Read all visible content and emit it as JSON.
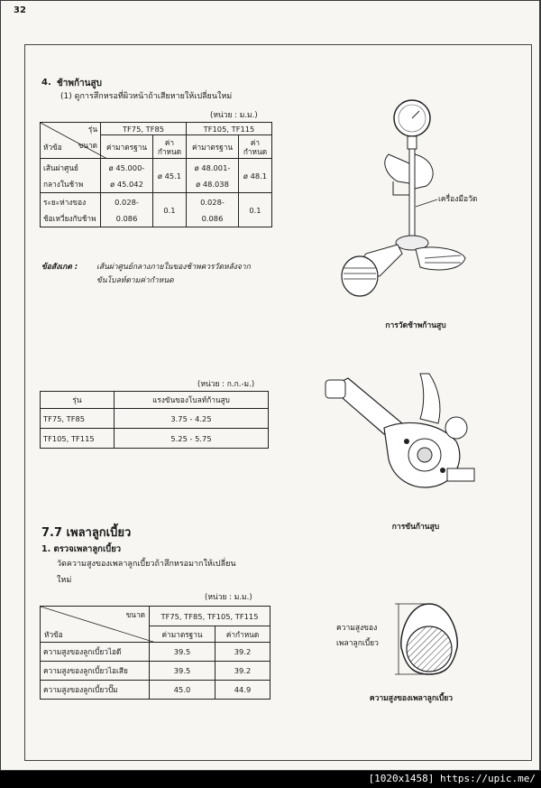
{
  "page_number": "32",
  "section4": {
    "heading": "4.",
    "heading_text": "ช้าพก้านสูบ",
    "item1": "(1) ดูการสึกหรอที่ผิวหน้าถ้าเสียหายให้เปลี่ยนใหม่",
    "unit": "(หน่วย : ม.ม.)"
  },
  "table1": {
    "corner_top": "รุ่น",
    "corner_mid": "ขนาด",
    "corner_left": "หัวข้อ",
    "model_a": "TF75, TF85",
    "model_b": "TF105, TF115",
    "std": "ค่ามาตรฐาน",
    "limit_a": "ค่า",
    "limit_b": "กำหนด",
    "limit2": "ค่ากำหนด",
    "row1_label_a": "เส้นผ่าศูนย์",
    "row1_label_b": "กลางในช้าพ",
    "row1_std_a1": "ø 45.000-",
    "row1_std_a2": "ø 45.042",
    "row1_lim_a": "ø 45.1",
    "row1_std_b1": "ø 48.001-",
    "row1_std_b2": "ø 48.038",
    "row1_lim_b": "ø 48.1",
    "row2_label_a": "ระยะห่างของ",
    "row2_label_b": "ช้อเหวี่ยงกับช้าพ",
    "row2_std_a1": "0.028-",
    "row2_std_a2": "0.086",
    "row2_lim_a": "0.1",
    "row2_std_b1": "0.028-",
    "row2_std_b2": "0.086",
    "row2_lim_b": "0.1"
  },
  "note": {
    "label": "ข้อสังเกต  :",
    "line1": "เส้นผ่าศูนย์กลางภายในของช้าพควรวัดหลังจาก",
    "line2": "ขันโบลท์ตามค่ากำหนด"
  },
  "table2": {
    "unit": "(หน่วย : ก.ก.-ม.)",
    "h_model": "รุ่น",
    "h_torque": "แรงขันของโบลท์ก้านสูบ",
    "rows": [
      {
        "model": "TF75,   TF85",
        "value": "3.75 - 4.25"
      },
      {
        "model": "TF105, TF115",
        "value": "5.25 - 5.75"
      }
    ]
  },
  "section77": {
    "heading": "7.7  เพลาลูกเบี้ยว",
    "sub": "1.  ตรวจเพลาลูกเบี้ยว",
    "line1": "วัดความสูงของเพลาลูกเบี้ยวถ้าสึกหรอมากให้เปลี่ยน",
    "line2": "ใหม่",
    "unit": "(หน่วย : ม.ม.)"
  },
  "table3": {
    "corner_right": "ขนาด",
    "corner_left": "หัวข้อ",
    "model": "TF75, TF85, TF105, TF115",
    "std": "ค่ามาตรฐาน",
    "limit": "ค่ากำหนด",
    "rows": [
      {
        "label": "ความสูงของลูกเบี้ยวไอดี",
        "std": "39.5",
        "limit": "39.2"
      },
      {
        "label": "ความสูงของลูกเบี้ยวไอเสีย",
        "std": "39.5",
        "limit": "39.2"
      },
      {
        "label": "ความสูงของลูกเบี้ยวปั๊ม",
        "std": "45.0",
        "limit": "44.9"
      }
    ]
  },
  "figures": {
    "fig1_label": "เครื่องมือวัด",
    "fig1_caption": "การวัดช้าพก้านสูบ",
    "fig2_caption": "การขันก้านสูบ",
    "fig3_label_a": "ความสูงของ",
    "fig3_label_b": "เพลาลูกเบี้ยว",
    "fig3_caption": "ความสูงของเพลาลูกเบี้ยว"
  },
  "watermark": "[1020x1458] https://upic.me/"
}
